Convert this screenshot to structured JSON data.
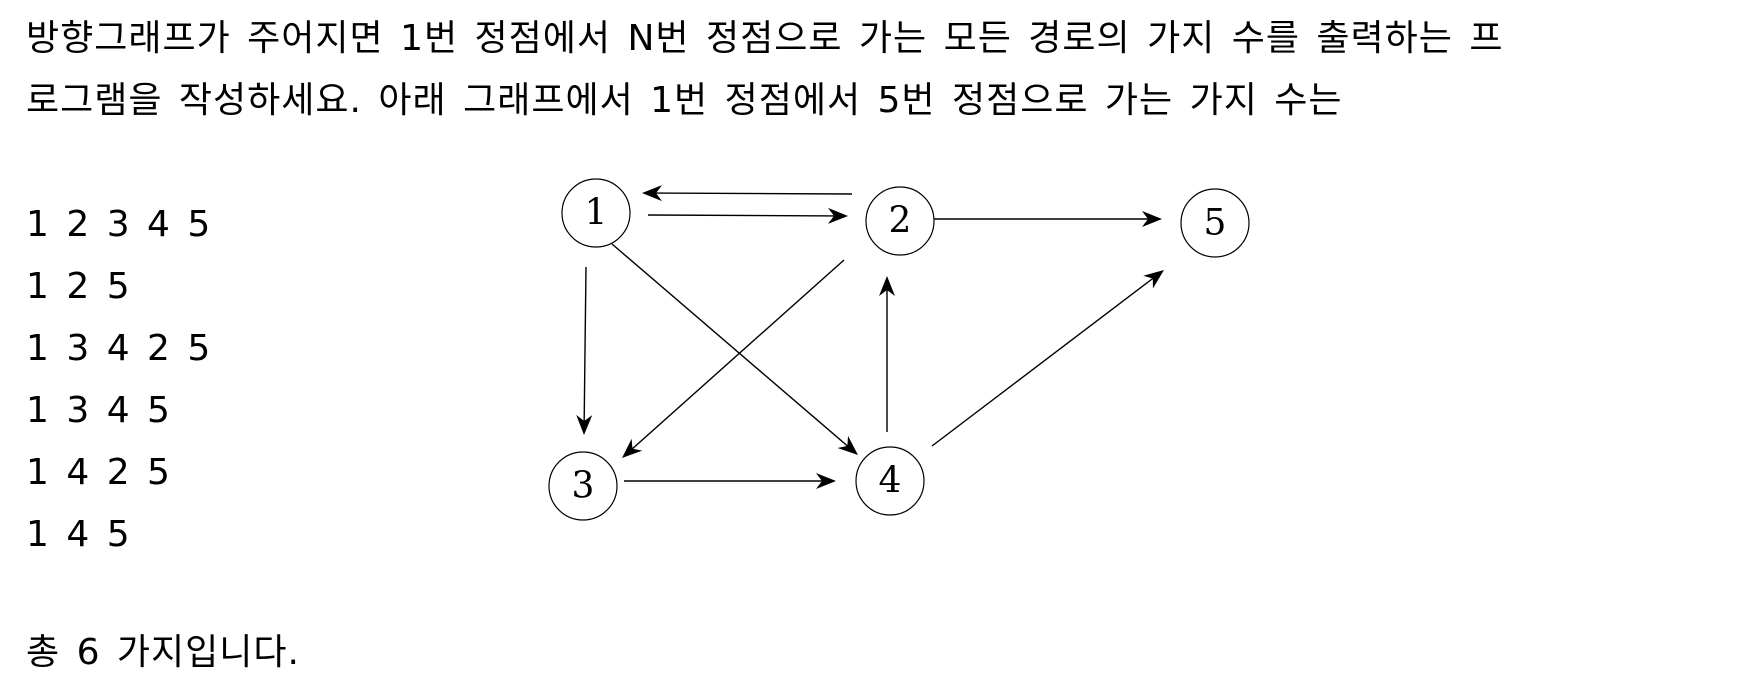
{
  "problem": {
    "intro_lines": [
      "방향그래프가 주어지면 1번 정점에서 N번 정점으로 가는 모든 경로의 가지 수를 출력하는 프",
      "로그램을 작성하세요. 아래 그래프에서 1번 정점에서 5번 정점으로 가는 가지 수는"
    ],
    "paths": [
      "1 2 3 4 5",
      "1 2 5",
      "1 3 4 2 5",
      "1 3 4 5",
      "1 4 2 5",
      "1 4 5"
    ],
    "summary": "총 6 가지입니다."
  },
  "graph": {
    "nodes": [
      {
        "id": "1",
        "label": "1"
      },
      {
        "id": "2",
        "label": "2"
      },
      {
        "id": "3",
        "label": "3"
      },
      {
        "id": "4",
        "label": "4"
      },
      {
        "id": "5",
        "label": "5"
      }
    ],
    "edges": [
      {
        "from": "1",
        "to": "2"
      },
      {
        "from": "2",
        "to": "1"
      },
      {
        "from": "1",
        "to": "3"
      },
      {
        "from": "1",
        "to": "4"
      },
      {
        "from": "2",
        "to": "3"
      },
      {
        "from": "2",
        "to": "5"
      },
      {
        "from": "3",
        "to": "4"
      },
      {
        "from": "4",
        "to": "2"
      },
      {
        "from": "4",
        "to": "5"
      }
    ]
  }
}
